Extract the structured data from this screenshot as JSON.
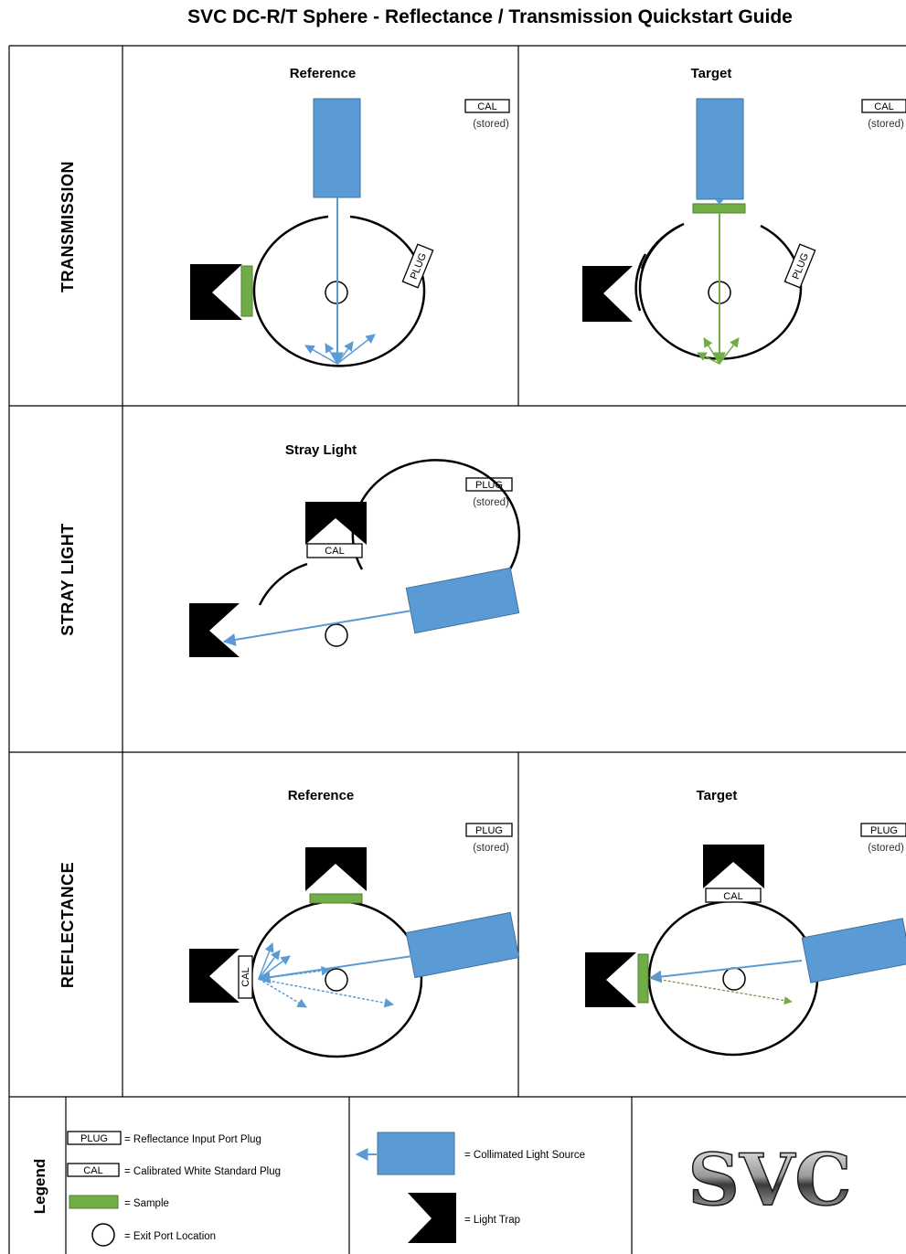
{
  "title": "SVC DC-R/T Sphere - Reflectance / Transmission Quickstart Guide",
  "rows": {
    "transmission": "TRANSMISSION",
    "stray_light": "STRAY LIGHT",
    "reflectance": "REFLECTANCE"
  },
  "panels": {
    "transmission_reference": {
      "title": "Reference",
      "stored_tag": "CAL",
      "stored_note": "(stored)",
      "port_tag": "PLUG"
    },
    "transmission_target": {
      "title": "Target",
      "stored_tag": "CAL",
      "stored_note": "(stored)",
      "port_tag": "PLUG"
    },
    "stray_light": {
      "title": "Stray Light",
      "stored_tag": "PLUG",
      "stored_note": "(stored)",
      "port_tag": "CAL"
    },
    "reflectance_reference": {
      "title": "Reference",
      "stored_tag": "PLUG",
      "stored_note": "(stored)",
      "port_tag": "CAL"
    },
    "reflectance_target": {
      "title": "Target",
      "stored_tag": "PLUG",
      "stored_note": "(stored)",
      "port_tag": "CAL"
    }
  },
  "legend": {
    "heading": "Legend",
    "plug_tag": "PLUG",
    "plug_text": "= Reflectance Input Port Plug",
    "cal_tag": "CAL",
    "cal_text": "= Calibrated White Standard Plug",
    "sample_text": "= Sample",
    "exit_port_text": "= Exit Port Location",
    "light_source_text": "= Collimated Light Source",
    "light_trap_text": "= Light Trap"
  },
  "logo": {
    "text": "SVC"
  },
  "colors": {
    "light_source": "#5b9bd5",
    "beam": "#5b9bd5",
    "sample": "#70ad47",
    "trap": "#000000",
    "border": "#000000"
  }
}
